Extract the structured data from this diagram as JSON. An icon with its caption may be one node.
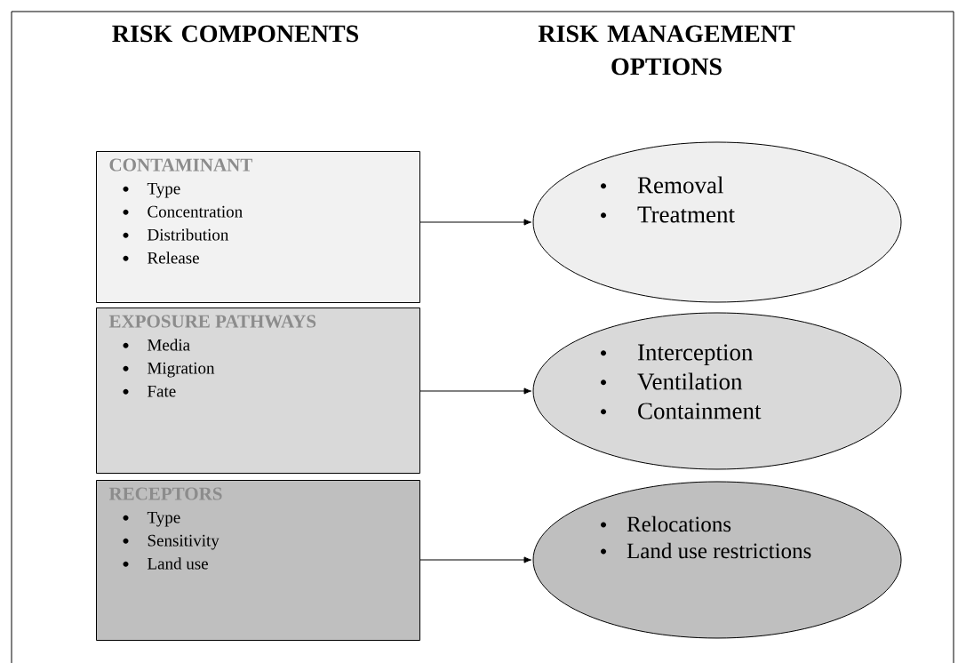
{
  "diagram": {
    "nodes": [
      {
        "text": [
          "CONTAMINANT",
          "Type",
          "Concentration",
          "Distribution",
          "Release"
        ]
      },
      {
        "text": [
          "Removal",
          "Treatment"
        ]
      },
      {
        "text": [
          "EXPOSURE PATHWAYS",
          "Media",
          "Migration",
          "Fate"
        ]
      },
      {
        "text": [
          "Interception",
          "Ventilation",
          "Containment"
        ]
      },
      {
        "text": [
          "RECEPTORS",
          "Type",
          "Sensitivity",
          "Land use"
        ]
      },
      {
        "text": [
          "Relocations",
          "Land use restrictions"
        ]
      }
    ],
    "edges": [
      {
        "from": 0,
        "to": 1,
        "arrow": "to"
      },
      {
        "from": 2,
        "to": 3,
        "arrow": "to"
      },
      {
        "from": 4,
        "to": 5,
        "arrow": "to"
      }
    ],
    "labels": [
      "RISK COMPONENTS",
      "RISK MANAGEMENT OPTIONS"
    ]
  }
}
